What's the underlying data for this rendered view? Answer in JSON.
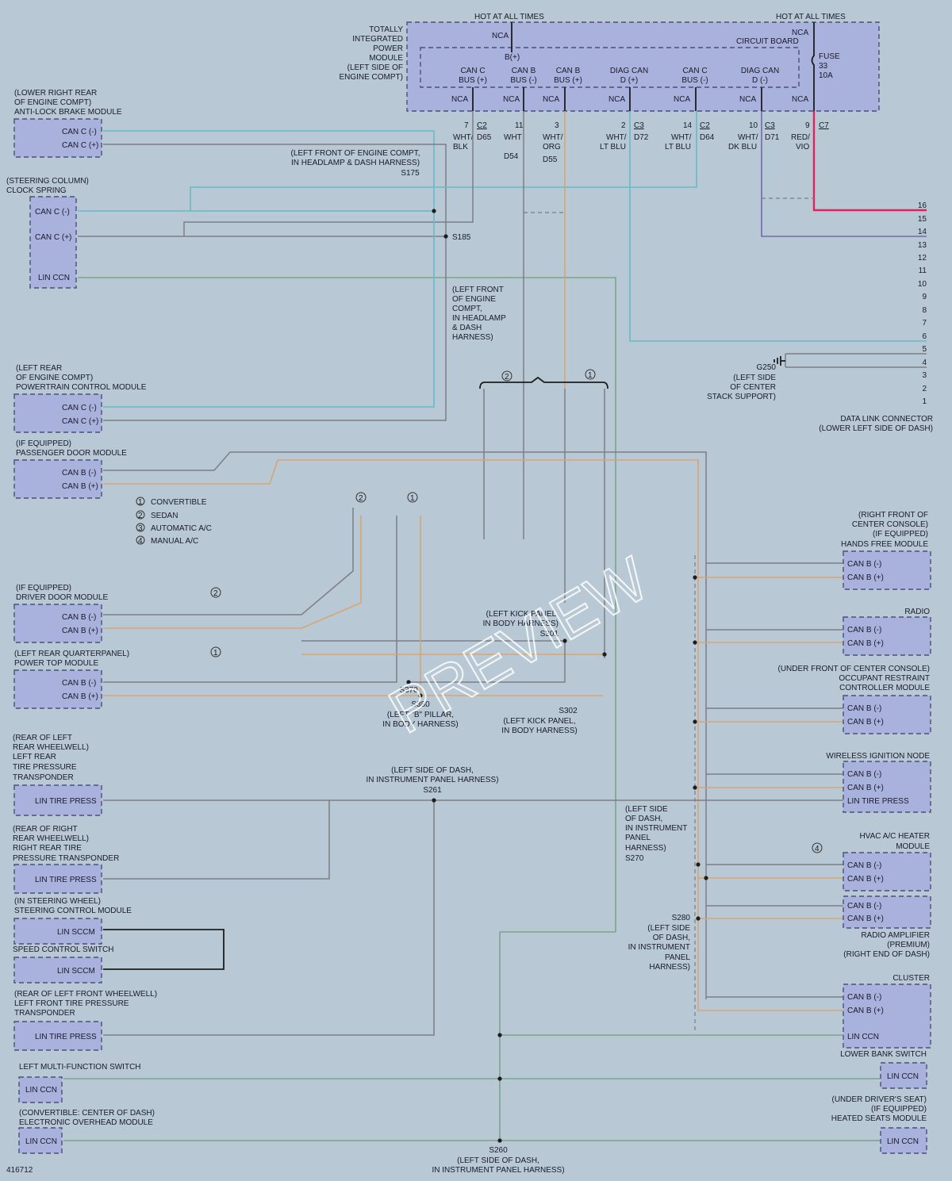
{
  "diagram_id": "416712",
  "watermark": "PREVIEW",
  "tipm": {
    "hot_labels": [
      "HOT AT ALL TIMES",
      "HOT AT ALL TIMES"
    ],
    "title": [
      "TOTALLY",
      "INTEGRATED",
      "POWER",
      "MODULE",
      "(LEFT SIDE OF",
      "ENGINE COMPT)"
    ],
    "circuit_board": "CIRCUIT BOARD",
    "bplus": "B(+)",
    "nca": "NCA",
    "fuse": [
      "FUSE",
      "33",
      "10A"
    ],
    "buses": [
      [
        "CAN C",
        "BUS (+)"
      ],
      [
        "CAN B",
        "BUS (-)"
      ],
      [
        "CAN B",
        "BUS (+)"
      ],
      [
        "DIAG CAN",
        "D (+)"
      ],
      [
        "CAN C",
        "BUS (-)"
      ],
      [
        "DIAG CAN",
        "D (-)"
      ]
    ],
    "pins": [
      {
        "pin": "7",
        "conn": "C2",
        "color": [
          "WHT/",
          "BLK"
        ],
        "circuit": "D65"
      },
      {
        "pin": "11",
        "conn": "",
        "color": [
          "WHT"
        ],
        "circuit": "D54"
      },
      {
        "pin": "3",
        "conn": "",
        "color": [
          "WHT/",
          "ORG"
        ],
        "circuit": "D55"
      },
      {
        "pin": "2",
        "conn": "C3",
        "color": [
          "WHT/",
          "LT BLU"
        ],
        "circuit": "D72"
      },
      {
        "pin": "14",
        "conn": "C2",
        "color": [
          "WHT/",
          "LT BLU"
        ],
        "circuit": "D64"
      },
      {
        "pin": "10",
        "conn": "C3",
        "color": [
          "WHT/",
          "DK BLU"
        ],
        "circuit": "D71"
      },
      {
        "pin": "9",
        "conn": "C7",
        "color": [
          "RED/",
          "VIO"
        ],
        "circuit": ""
      }
    ]
  },
  "modules": {
    "abs": {
      "title": [
        "(LOWER RIGHT REAR",
        "OF ENGINE COMPT)",
        "ANTI-LOCK BRAKE MODULE"
      ],
      "pins": [
        "CAN C (-)",
        "CAN C (+)"
      ]
    },
    "clock": {
      "title": [
        "(STEERING COLUMN)",
        "CLOCK SPRING"
      ],
      "pins": [
        "CAN C (-)",
        "CAN C (+)",
        "LIN CCN"
      ]
    },
    "pcm": {
      "title": [
        "(LEFT REAR",
        "OF ENGINE COMPT)",
        "POWERTRAIN CONTROL MODULE"
      ],
      "pins": [
        "CAN C (-)",
        "CAN C (+)"
      ]
    },
    "pdm": {
      "title": [
        "(IF EQUIPPED)",
        "PASSENGER DOOR MODULE"
      ],
      "pins": [
        "CAN B (-)",
        "CAN B (+)"
      ]
    },
    "ddm": {
      "title": [
        "(IF EQUIPPED)",
        "DRIVER DOOR MODULE"
      ],
      "pins": [
        "CAN B (-)",
        "CAN B (+)"
      ]
    },
    "ptm": {
      "title": [
        "(LEFT REAR QUARTERPANEL)",
        "POWER TOP MODULE"
      ],
      "pins": [
        "CAN B (-)",
        "CAN B (+)"
      ]
    },
    "tire_lr": {
      "title": [
        "(REAR OF LEFT",
        "REAR WHEELWELL)",
        "LEFT REAR",
        "TIRE PRESSURE",
        "TRANSPONDER"
      ],
      "pins": [
        "LIN TIRE PRESS"
      ]
    },
    "tire_rr": {
      "title": [
        "(REAR OF RIGHT",
        "REAR WHEELWELL)",
        "RIGHT REAR TIRE",
        "PRESSURE TRANSPONDER"
      ],
      "pins": [
        "LIN TIRE PRESS"
      ]
    },
    "scm": {
      "title": [
        "(IN STEERING WHEEL)",
        "STEERING CONTROL MODULE"
      ],
      "pins": [
        "LIN SCCM"
      ]
    },
    "scs": {
      "title": [
        "SPEED CONTROL SWITCH"
      ],
      "pins": [
        "LIN SCCM"
      ]
    },
    "tire_lf": {
      "title": [
        "(REAR OF LEFT FRONT WHEELWELL)",
        "LEFT FRONT TIRE PRESSURE",
        "TRANSPONDER"
      ],
      "pins": [
        "LIN TIRE PRESS"
      ]
    },
    "mfs": {
      "title": [
        "LEFT MULTI-FUNCTION SWITCH"
      ],
      "pins": [
        "LIN CCN"
      ]
    },
    "eom": {
      "title": [
        "(CONVERTIBLE: CENTER OF DASH)",
        "ELECTRONIC OVERHEAD MODULE"
      ],
      "pins": [
        "LIN CCN"
      ]
    },
    "hfm": {
      "title": [
        "(RIGHT FRONT OF",
        "CENTER CONSOLE)",
        "(IF EQUIPPED)",
        "HANDS FREE MODULE"
      ],
      "pins": [
        "CAN B (-)",
        "CAN B (+)"
      ]
    },
    "radio": {
      "title": [
        "RADIO"
      ],
      "pins": [
        "CAN B (-)",
        "CAN B (+)"
      ]
    },
    "orc": {
      "title": [
        "(UNDER FRONT OF CENTER CONSOLE)",
        "OCCUPANT RESTRAINT",
        "CONTROLLER MODULE"
      ],
      "pins": [
        "CAN B (-)",
        "CAN B (+)"
      ]
    },
    "win": {
      "title": [
        "WIRELESS IGNITION NODE"
      ],
      "pins": [
        "CAN B (-)",
        "CAN B (+)",
        "LIN TIRE PRESS"
      ]
    },
    "hvac": {
      "title": [
        "HVAC A/C HEATER",
        "MODULE"
      ],
      "pins": [
        "CAN B (-)",
        "CAN B (+)"
      ]
    },
    "amp": {
      "title": [
        "RADIO AMPLIFIER",
        "(PREMIUM)",
        "(RIGHT END OF DASH)"
      ],
      "pins": [
        "CAN B (-)",
        "CAN B (+)"
      ]
    },
    "cluster": {
      "title": [
        "CLUSTER"
      ],
      "pins": [
        "CAN B (-)",
        "CAN B (+)",
        "LIN CCN"
      ]
    },
    "lbs": {
      "title": [
        "LOWER BANK SWITCH"
      ],
      "pins": [
        "LIN CCN"
      ]
    },
    "hsm": {
      "title": [
        "(UNDER DRIVER'S SEAT)",
        "(IF EQUIPPED)",
        "HEATED SEATS MODULE"
      ],
      "pins": [
        "LIN CCN"
      ]
    }
  },
  "dlc": {
    "title": [
      "DATA LINK CONNECTOR",
      "(LOWER LEFT SIDE OF DASH)"
    ],
    "pins": [
      "16",
      "15",
      "14",
      "13",
      "12",
      "11",
      "10",
      "9",
      "8",
      "7",
      "6",
      "5",
      "4",
      "3",
      "2",
      "1"
    ]
  },
  "ground": {
    "label": "G250",
    "location": [
      "(LEFT SIDE",
      "OF CENTER",
      "STACK SUPPORT)"
    ]
  },
  "splices": {
    "s175": {
      "id": "S175",
      "loc": [
        "(LEFT FRONT OF ENGINE COMPT,",
        "IN HEADLAMP & DASH HARNESS)"
      ]
    },
    "s185": {
      "id": "S185",
      "loc": [
        "(LEFT FRONT",
        "OF ENGINE",
        "COMPT,",
        "IN HEADLAMP",
        "& DASH",
        "HARNESS)"
      ]
    },
    "s301": {
      "id": "S301",
      "loc": [
        "(LEFT KICK PANEL,",
        "IN BODY HARNESS)"
      ]
    },
    "s302": {
      "id": "S302",
      "loc": [
        "(LEFT KICK PANEL,",
        "IN BODY HARNESS)"
      ]
    },
    "s370": {
      "id": "S370"
    },
    "s380": {
      "id": "S380",
      "loc": [
        "(LEFT \"B\" PILLAR,",
        "IN BODY HARNESS)"
      ]
    },
    "s261": {
      "id": "S261",
      "loc": [
        "(LEFT SIDE OF DASH,",
        "IN INSTRUMENT PANEL HARNESS)"
      ]
    },
    "s270": {
      "id": "S270",
      "loc": [
        "(LEFT SIDE",
        "OF DASH,",
        "IN INSTRUMENT",
        "PANEL",
        "HARNESS)"
      ]
    },
    "s280": {
      "id": "S280",
      "loc": [
        "(LEFT SIDE",
        "OF DASH,",
        "IN INSTRUMENT",
        "PANEL",
        "HARNESS)"
      ]
    },
    "s260": {
      "id": "S260",
      "loc": [
        "(LEFT SIDE OF DASH,",
        "IN INSTRUMENT PANEL HARNESS)"
      ]
    }
  },
  "legend": [
    {
      "n": "1",
      "text": "CONVERTIBLE"
    },
    {
      "n": "2",
      "text": "SEDAN"
    },
    {
      "n": "3",
      "text": "AUTOMATIC A/C"
    },
    {
      "n": "4",
      "text": "MANUAL A/C"
    }
  ]
}
